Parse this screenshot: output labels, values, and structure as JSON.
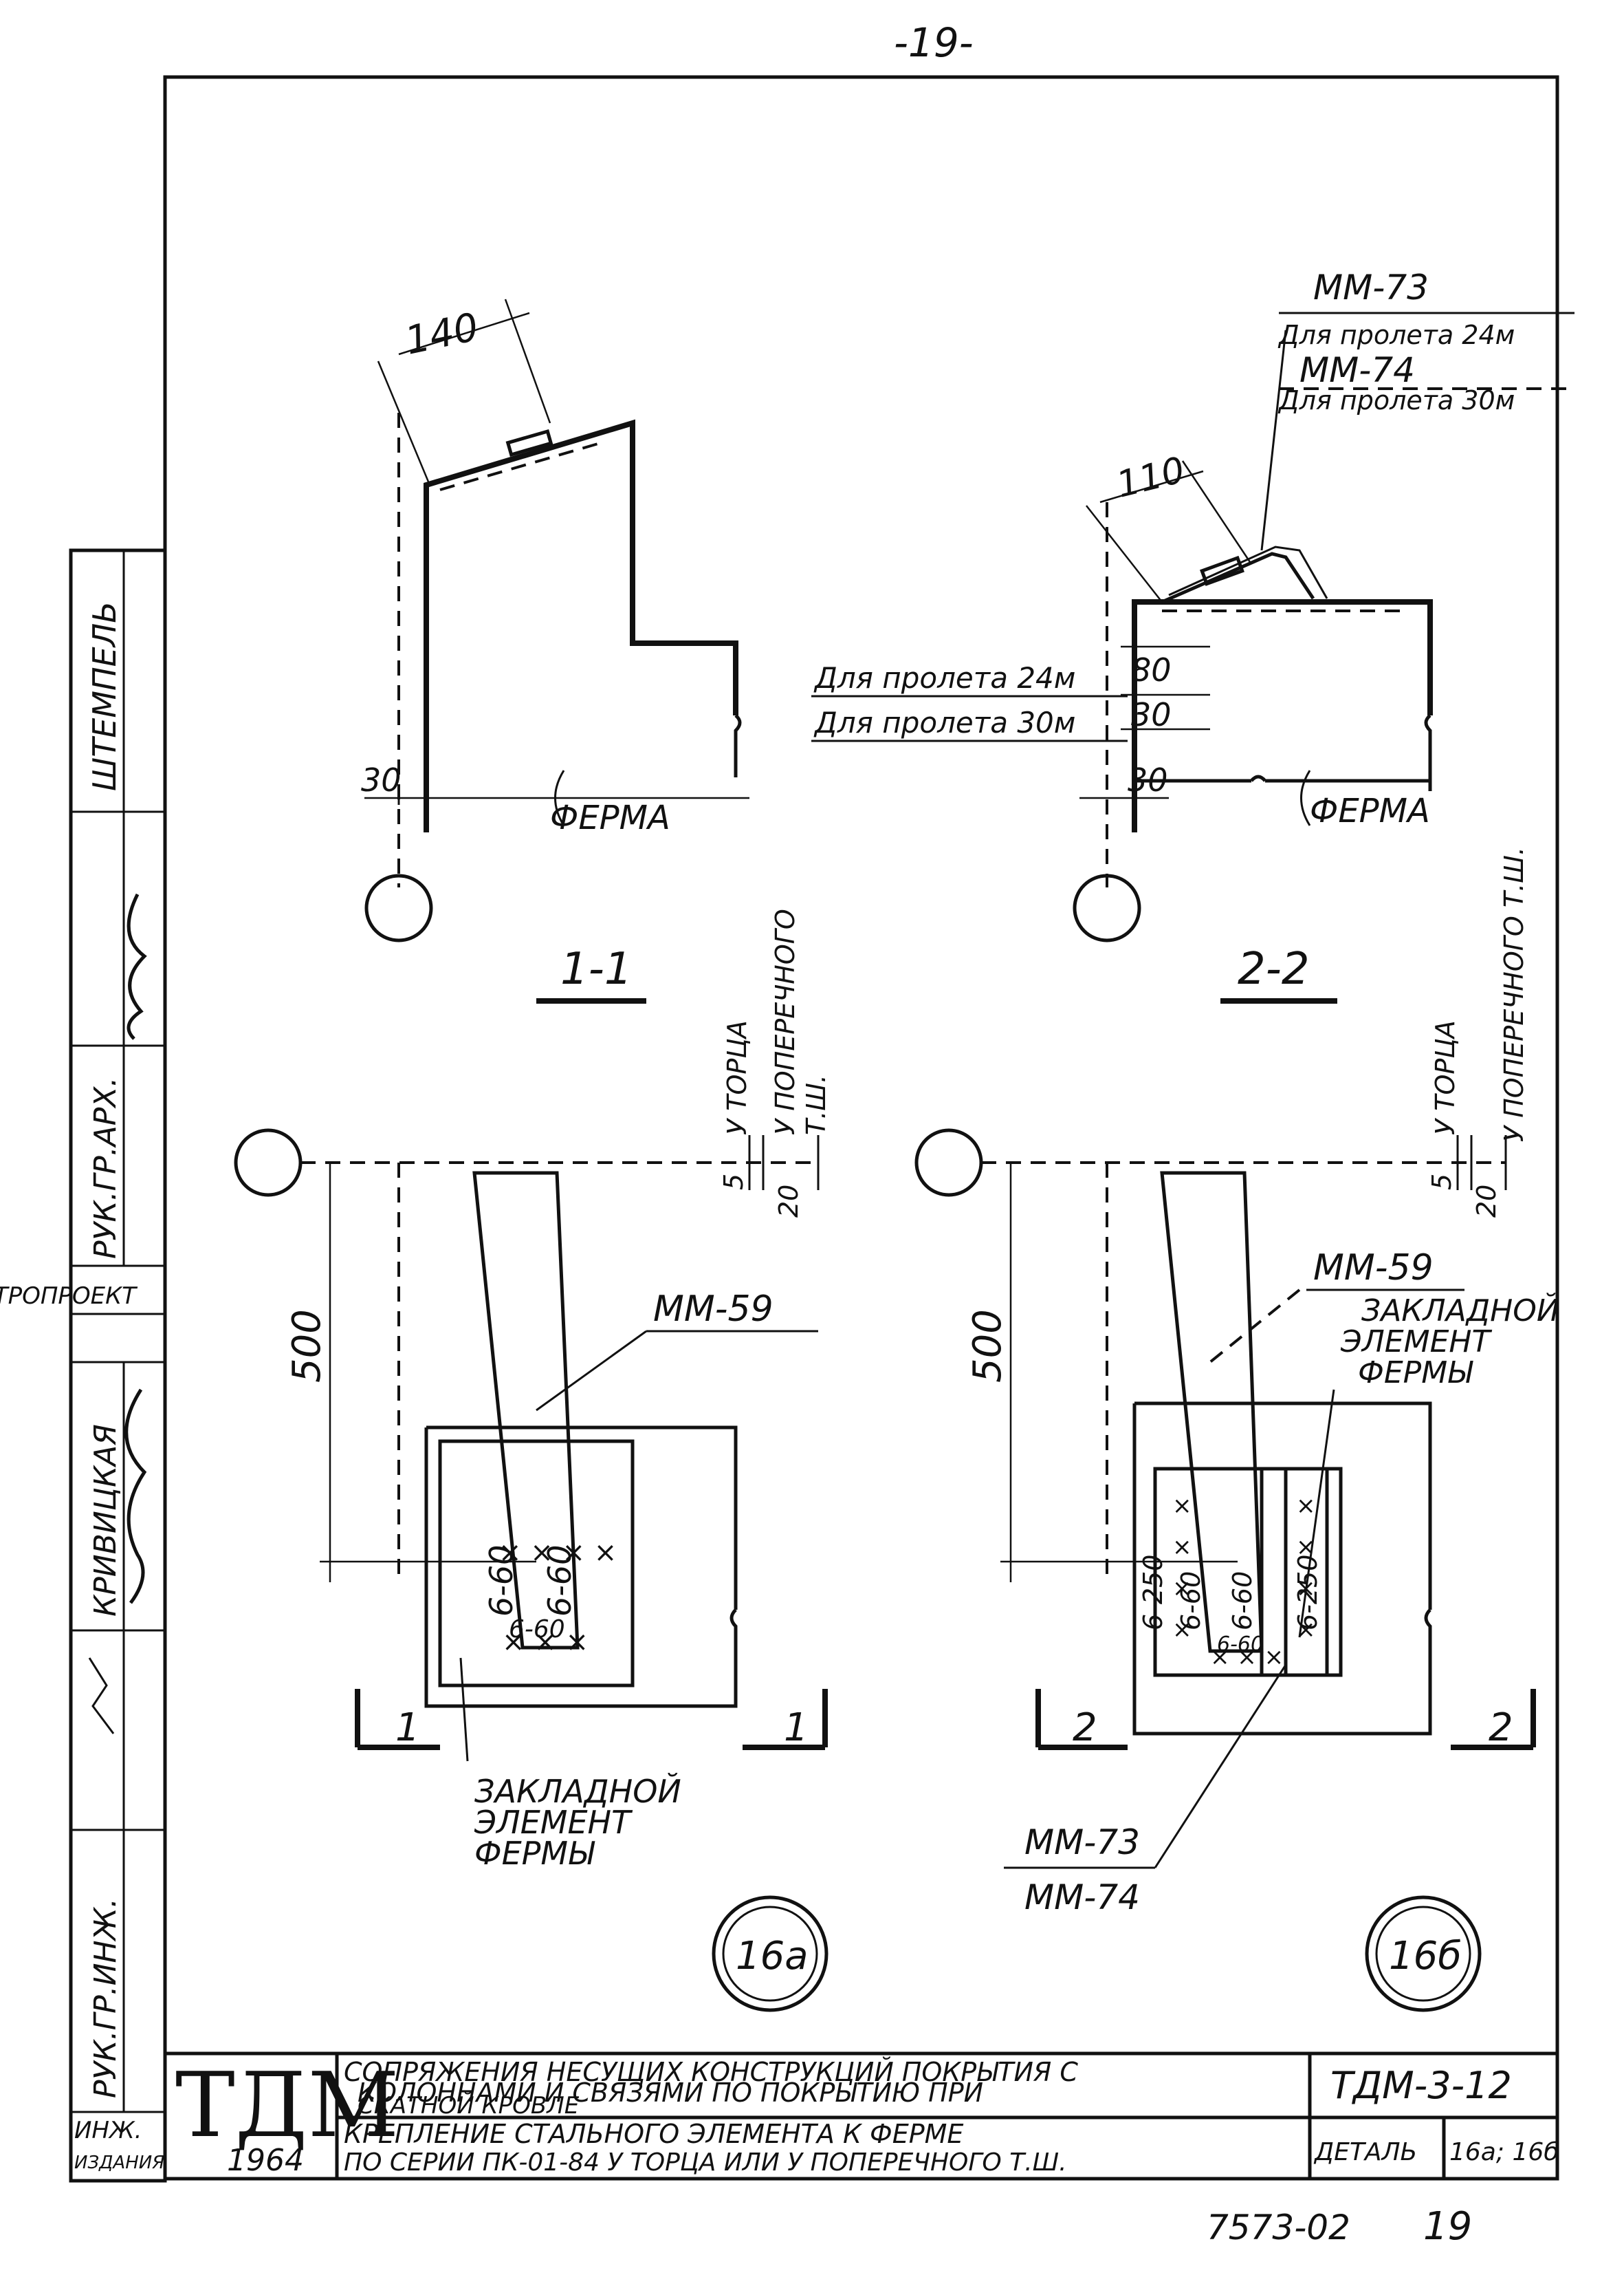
{
  "sheet": {
    "page_number_top": "-19-",
    "footer_code": "7573-02",
    "footer_page": "19"
  },
  "left_strip": {
    "stamp": "ШТЕМПЕЛЬ",
    "head_arch": "РУК.ГР.АРХ.",
    "project_dept": "МЕТРОПРОЕКТ",
    "surname": "КРИВИЦКАЯ",
    "head_eng": "РУК.ГР.ИНЖ.",
    "eng": "ИНЖ.",
    "label_short": "ИЗДАНИЯ"
  },
  "section_1": {
    "label": "1-1",
    "dim_top": "140",
    "dim_bottom": "30",
    "truss_label": "ФЕРМА"
  },
  "section_2": {
    "label": "2-2",
    "dim_top": "110",
    "dim_bottom": "30",
    "dim_80": "80",
    "dim_30b": "30",
    "span24": "Для пролета 24м",
    "span30": "Для пролета 30м",
    "truss_label": "ФЕРМА",
    "mark_73": "ММ-73",
    "mark_73_note": "Для пролета 24м",
    "mark_74": "ММ-74",
    "mark_74_note": "Для пролета 30м"
  },
  "plan_a": {
    "dim_500": "500",
    "dim_5": "5",
    "dim_20": "20",
    "at_end": "У ТОРЦА",
    "at_transverse_1": "У ПОПЕРЕЧНОГО",
    "at_transverse_2": "Т.Ш.",
    "mark": "ММ-59",
    "weld_1": "6-60",
    "weld_2": "6-60",
    "weld_3": "6-60",
    "embed_1": "ЗАКЛАДНОЙ",
    "embed_2": "ЭЛЕМЕНТ",
    "embed_3": "ФЕРМЫ",
    "cut_mark": "1",
    "node_label": "16а"
  },
  "plan_b": {
    "dim_500": "500",
    "dim_5": "5",
    "dim_20": "20",
    "at_end": "У ТОРЦА",
    "at_transverse": "У ПОПЕРЕЧНОГО Т.Ш.",
    "mark": "ММ-59",
    "embed_1": "ЗАКЛАДНОЙ",
    "embed_2": "ЭЛЕМЕНТ",
    "embed_3": "ФЕРМЫ",
    "weld_1": "6-250",
    "weld_2": "6-60",
    "weld_3": "6-60",
    "weld_4": "6-60",
    "weld_5": "6-250",
    "mark_73": "ММ-73",
    "mark_74": "ММ-74",
    "cut_mark": "2",
    "node_label": "16б"
  },
  "title_block": {
    "logo": "ТДМ",
    "year": "1964",
    "title_line1": "СОПРЯЖЕНИЯ НЕСУЩИХ КОНСТРУКЦИЙ ПОКРЫТИЯ С",
    "title_line2": "КОЛОННАМИ И СВЯЗЯМИ ПО ПОКРЫТИЮ ПРИ",
    "title_line3": "СКАТНОЙ КРОВЛЕ",
    "subtitle_line1": "КРЕПЛЕНИЕ СТАЛЬНОГО ЭЛЕМЕНТА К ФЕРМЕ",
    "subtitle_line2": "ПО СЕРИИ ПК-01-84 У ТОРЦА ИЛИ У ПОПЕРЕЧНОГО Т.Ш.",
    "code": "ТДМ-3-12",
    "detail_label": "ДЕТАЛЬ",
    "detail_value": "16а; 16б"
  }
}
